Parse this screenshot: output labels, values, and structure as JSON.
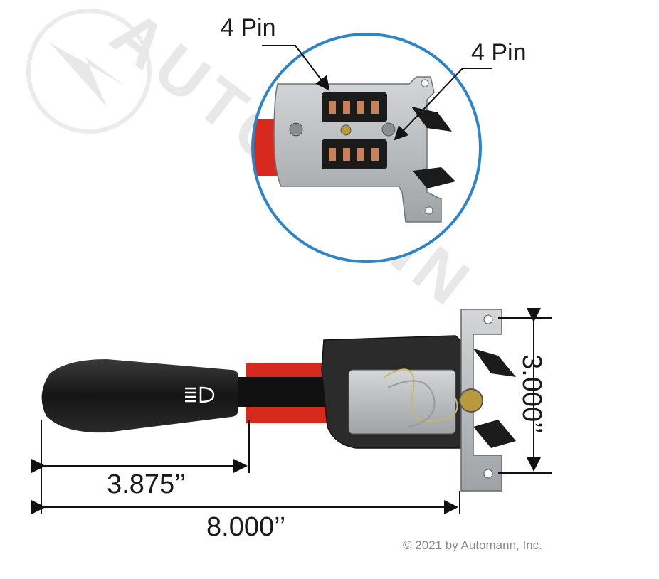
{
  "callouts": {
    "pin_top": "4 Pin",
    "pin_right": "4 Pin"
  },
  "dimensions": {
    "handle_length": "3.875’’",
    "overall_length": "8.000’’",
    "bracket_height": "3.000’’"
  },
  "watermark": {
    "text": "AUTOMANN"
  },
  "copyright": "© 2021 by Automann, Inc.",
  "colors": {
    "circle_border": "#2d84c8",
    "handle": "#1b1b1b",
    "red_band": "#d62a1f",
    "metal": "#b9bcbf",
    "watermark": "#d8d8d8"
  },
  "icons": {
    "handle_symbol": "headlight-high-beam-icon"
  }
}
